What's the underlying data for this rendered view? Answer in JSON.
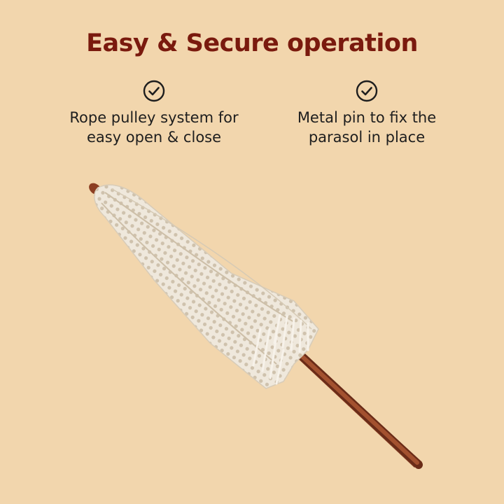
{
  "header": {
    "title": "Easy & Secure operation"
  },
  "features": [
    {
      "icon": "check-circle-icon",
      "text": "Rope pulley system for\neasy open & close"
    },
    {
      "icon": "check-circle-icon",
      "text": "Metal pin to fix the\nparasol in place"
    }
  ],
  "colors": {
    "background": "#f2d6ad",
    "title": "#7a1a0e",
    "text": "#1e1e1e",
    "wood": "#9c4a2c",
    "lace": "#f4efe6"
  },
  "image": {
    "icon": "closed-lace-parasol-image"
  }
}
